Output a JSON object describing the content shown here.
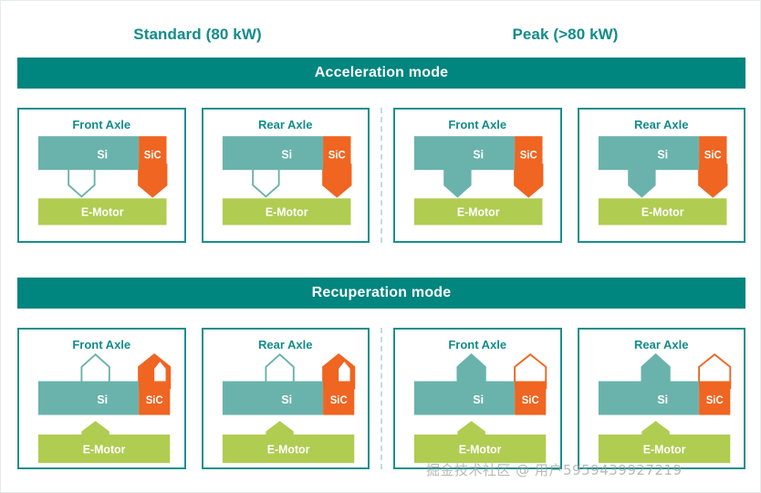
{
  "colors": {
    "band": "#00857f",
    "title_teal": "#128c8a",
    "cell_border": "#1b8f8c",
    "si_teal": "#6ab3ac",
    "sic_orange": "#ef6521",
    "motor_green": "#b0cc51",
    "divider": "#bfdedc",
    "white": "#ffffff"
  },
  "columns": [
    {
      "label": "Standard (80 kW)"
    },
    {
      "label": "Peak (>80 kW)"
    }
  ],
  "rows": [
    {
      "mode": "Acceleration mode",
      "direction": "down",
      "cells": [
        {
          "axle": "Front Axle",
          "power": "standard",
          "si_label": "Si",
          "sic_label": "SiC",
          "motor_label": "E-Motor",
          "si_arrow": "outline",
          "sic_arrow": "filled"
        },
        {
          "axle": "Rear Axle",
          "power": "standard",
          "si_label": "Si",
          "sic_label": "SiC",
          "motor_label": "E-Motor",
          "si_arrow": "outline",
          "sic_arrow": "filled"
        },
        {
          "axle": "Front Axle",
          "power": "peak",
          "si_label": "Si",
          "sic_label": "SiC",
          "motor_label": "E-Motor",
          "si_arrow": "filled",
          "sic_arrow": "filled"
        },
        {
          "axle": "Rear Axle",
          "power": "peak",
          "si_label": "Si",
          "sic_label": "SiC",
          "motor_label": "E-Motor",
          "si_arrow": "filled",
          "sic_arrow": "filled"
        }
      ]
    },
    {
      "mode": "Recuperation mode",
      "direction": "up",
      "cells": [
        {
          "axle": "Front Axle",
          "power": "standard",
          "si_label": "Si",
          "sic_label": "SiC",
          "motor_label": "E-Motor",
          "si_arrow": "outline",
          "sic_arrow": "filled-notch",
          "motor_arrow": "filled"
        },
        {
          "axle": "Rear Axle",
          "power": "standard",
          "si_label": "Si",
          "sic_label": "SiC",
          "motor_label": "E-Motor",
          "si_arrow": "outline",
          "sic_arrow": "filled-notch",
          "motor_arrow": "filled"
        },
        {
          "axle": "Front Axle",
          "power": "peak",
          "si_label": "Si",
          "sic_label": "SiC",
          "motor_label": "E-Motor",
          "si_arrow": "filled",
          "sic_arrow": "outline",
          "motor_arrow": "filled"
        },
        {
          "axle": "Rear Axle",
          "power": "peak",
          "si_label": "Si",
          "sic_label": "SiC",
          "motor_label": "E-Motor",
          "si_arrow": "filled",
          "sic_arrow": "outline",
          "motor_arrow": "filled"
        }
      ]
    }
  ],
  "watermark": "掘金技术社区 @ 用户5959439927219"
}
